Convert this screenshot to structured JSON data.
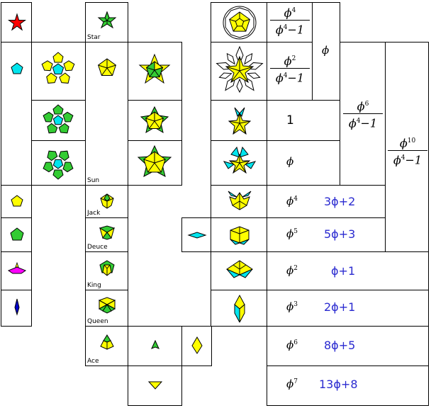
{
  "labels": {
    "star": "Star",
    "sun": "Sun",
    "jack": "Jack",
    "deuce": "Deuce",
    "king": "King",
    "queen": "Queen",
    "ace": "Ace"
  },
  "symbol": {
    "phi": "ϕ"
  },
  "ratios": {
    "r1": {
      "num_exp": "4",
      "den_exp": "4",
      "den_tail": "−1"
    },
    "r2": {
      "num_exp": "2",
      "den_exp": "4",
      "den_tail": "−1"
    },
    "r3": {
      "num_exp": "6",
      "den_exp": "4",
      "den_tail": "−1"
    },
    "r4": {
      "num_exp": "10",
      "den_exp": "4",
      "den_tail": "−1"
    },
    "phi_alone": "ϕ",
    "one": "1",
    "phi_row": "ϕ"
  },
  "powers": [
    {
      "exp": "4",
      "linear": "3ϕ+2"
    },
    {
      "exp": "5",
      "linear": "5ϕ+3"
    },
    {
      "exp": "2",
      "linear": "ϕ+1"
    },
    {
      "exp": "3",
      "linear": "2ϕ+1"
    },
    {
      "exp": "6",
      "linear": "8ϕ+5"
    },
    {
      "exp": "7",
      "linear": "13ϕ+8"
    }
  ],
  "colors": {
    "yellow": "#ffff00",
    "green": "#33cc33",
    "cyan": "#00e5ee",
    "red": "#ff0000",
    "magenta": "#ff00ff",
    "blue": "#0000cc",
    "text_blue": "#2a2ad0",
    "white": "#ffffff"
  }
}
